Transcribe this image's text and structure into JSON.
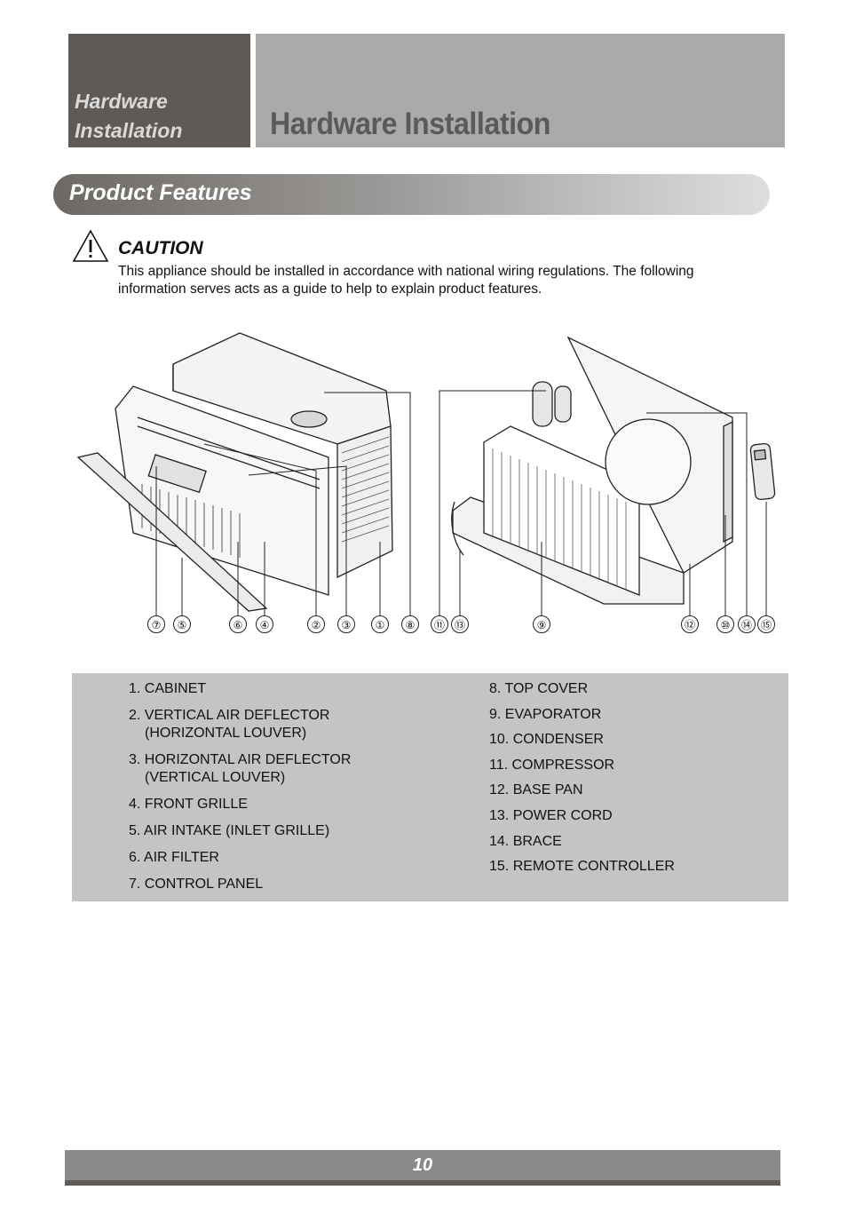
{
  "header": {
    "side_title_line1": "Hardware",
    "side_title_line2": "Installation",
    "main_title": "Hardware Installation"
  },
  "section": {
    "title": "Product Features"
  },
  "caution": {
    "title": "CAUTION",
    "text": "This appliance should be installed in accordance with national wiring regulations. The following information serves acts as a guide to help to explain product features."
  },
  "callouts": [
    "⑦",
    "⑤",
    "⑥",
    "④",
    "②",
    "③",
    "①",
    "⑧",
    "⑪",
    "⑬",
    "⑨",
    "⑫",
    "⑩",
    "⑭",
    "⑮"
  ],
  "parts_left": [
    {
      "label": "1. CABINET",
      "sub": ""
    },
    {
      "label": "2. VERTICAL AIR DEFLECTOR",
      "sub": "(HORIZONTAL LOUVER)"
    },
    {
      "label": "3. HORIZONTAL AIR DEFLECTOR",
      "sub": "(VERTICAL LOUVER)"
    },
    {
      "label": "4. FRONT GRILLE",
      "sub": ""
    },
    {
      "label": "5. AIR INTAKE (INLET GRILLE)",
      "sub": ""
    },
    {
      "label": "6. AIR FILTER",
      "sub": ""
    },
    {
      "label": "7. CONTROL PANEL",
      "sub": ""
    }
  ],
  "parts_right": [
    {
      "label": "8. TOP COVER"
    },
    {
      "label": "9. EVAPORATOR"
    },
    {
      "label": "10. CONDENSER"
    },
    {
      "label": "11. COMPRESSOR"
    },
    {
      "label": "12. BASE PAN"
    },
    {
      "label": "13. POWER CORD"
    },
    {
      "label": "14. BRACE"
    },
    {
      "label": "15. REMOTE CONTROLLER"
    }
  ],
  "footer": {
    "page_number": "10"
  },
  "colors": {
    "header_dark": "#5f5a55",
    "header_light": "#aaaaaa",
    "parts_background": "#c4c4c4",
    "footer_bar": "#8a8a8a"
  }
}
